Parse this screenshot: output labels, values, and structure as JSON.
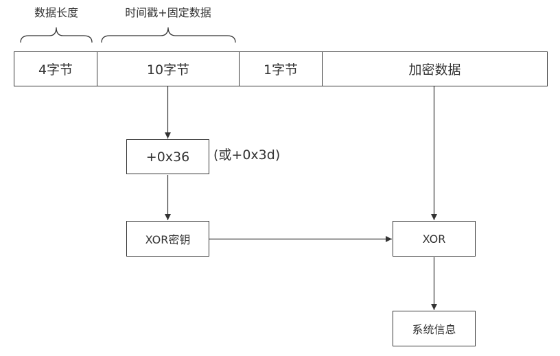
{
  "braces": {
    "length_label": "数据长度",
    "timestamp_label": "时间戳+固定数据"
  },
  "header_row": {
    "cells": [
      "4字节",
      "10字节",
      "1字节",
      "加密数据"
    ]
  },
  "nodes": {
    "add_box": "+0x36",
    "add_note": "(或+0x3d)",
    "xor_key_box": "XOR密钥",
    "xor_box": "XOR",
    "system_info_box": "系统信息"
  }
}
